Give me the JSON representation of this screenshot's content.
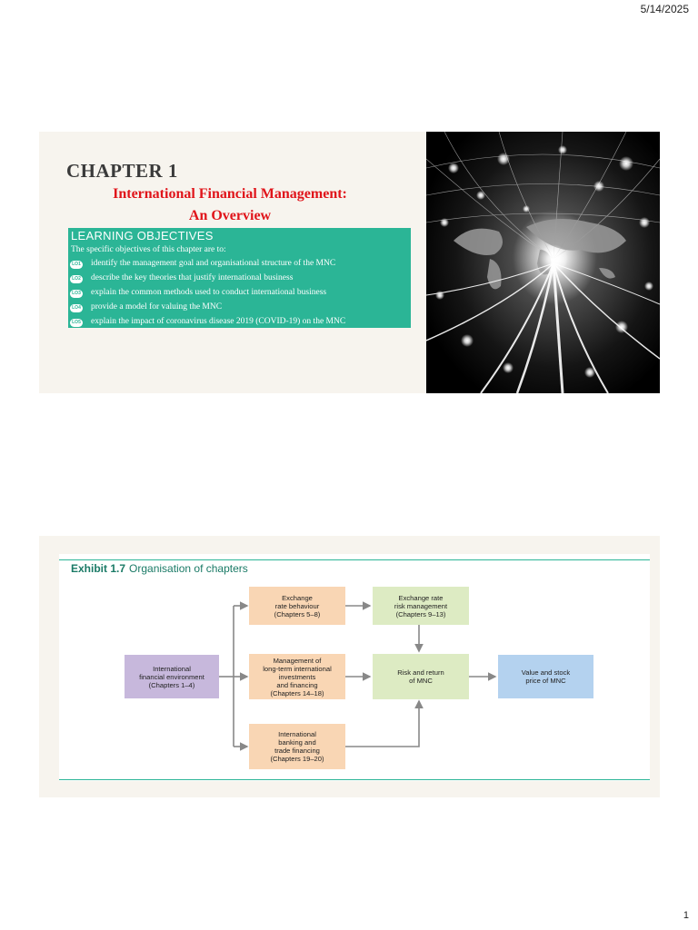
{
  "header": {
    "date": "5/14/2025"
  },
  "footer": {
    "page_number": "1"
  },
  "slide1": {
    "chapter_title": "CHAPTER 1",
    "subtitle_line1": "International Financial Management:",
    "subtitle_line2": "An Overview",
    "learning_objectives": {
      "heading": "LEARNING OBJECTIVES",
      "intro": "The specific objectives of this chapter are to:",
      "items": [
        {
          "badge": "LO1",
          "text": "identify the management goal and organisational structure of the MNC"
        },
        {
          "badge": "LO2",
          "text": "describe the key theories that justify international business"
        },
        {
          "badge": "LO3",
          "text": "explain the common methods used to conduct international business"
        },
        {
          "badge": "LO4",
          "text": "provide a model for valuing the MNC"
        },
        {
          "badge": "LO5",
          "text": "explain the impact of coronavirus disease 2019 (COVID-19) on the MNC"
        }
      ]
    },
    "colors": {
      "title_red": "#e0141a",
      "lo_green": "#2bb596",
      "background": "#f7f4ee"
    }
  },
  "slide2": {
    "exhibit_number": "Exhibit 1.7",
    "exhibit_caption": "Organisation of chapters",
    "boxes": {
      "international_env": "International\nfinancial environment\n(Chapters 1–4)",
      "exchange_rate_behaviour": "Exchange\nrate behaviour\n(Chapters 5–8)",
      "exchange_rate_risk": "Exchange rate\nrisk management\n(Chapters 9–13)",
      "long_term_investments": "Management of\nlong-term international\ninvestments\nand financing\n(Chapters 14–18)",
      "risk_return": "Risk and return\nof MNC",
      "value_stock": "Value and stock\nprice of MNC",
      "banking_trade": "International\nbanking and\ntrade financing\n(Chapters 19–20)"
    },
    "colors": {
      "purple": "#c7b8dc",
      "orange": "#f9d6b4",
      "green": "#ddebc3",
      "blue": "#b4d2ef",
      "arrow": "#888888"
    }
  }
}
